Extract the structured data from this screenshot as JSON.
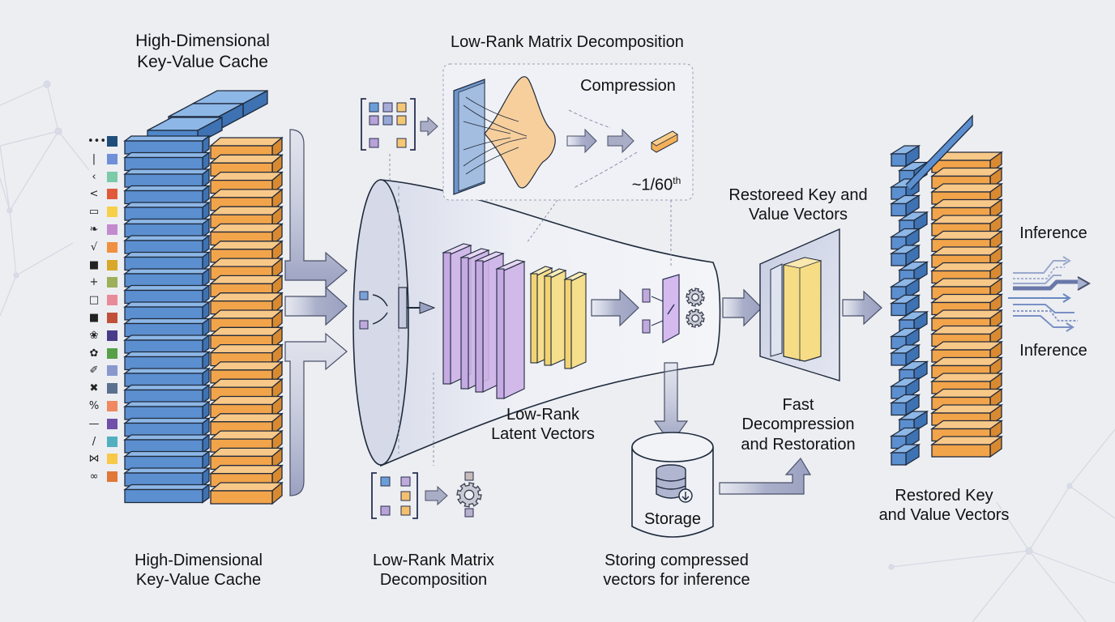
{
  "colors": {
    "background": "#eceef2",
    "blue_block": "#5b8fd0",
    "blue_block_top": "#8db7e6",
    "orange_block": "#f2a44a",
    "orange_block_top": "#f8c888",
    "purple_block": "#d6c0ea",
    "yellow_block": "#f6df8c",
    "arrow_fill": "#a9aec6",
    "outline": "#1f2a3c"
  },
  "labels": {
    "top_left_title": "High-Dimensional\nKey-Value Cache",
    "top_center_title": "Low-Rank Matrix Decomposition",
    "compression": "Compression",
    "ratio_main": "~1/60",
    "ratio_sup": "th",
    "restored_top": "Restoreed Key and\nValue Vectors",
    "inference_top": "Inference",
    "inference_bottom": "Inference",
    "latent_vectors": "Low-Rank\nLatent Vectors",
    "fast_decompression": "Fast\nDecompression\nand Restoration",
    "storage": "Storage",
    "restored_bottom": "Restored Key\nand Value Vectors",
    "bottom_left": "High-Dimensional\nKey-Value Cache",
    "bottom_center": "Low-Rank Matrix\nDecomposition",
    "bottom_right": "Storing compressed\nvectors for inference"
  },
  "legend": [
    {
      "symbol": "•••",
      "color": "#1f4e7a"
    },
    {
      "symbol": "|",
      "color": "#6f8fd8"
    },
    {
      "symbol": "‹",
      "color": "#7ccaa8"
    },
    {
      "symbol": "<",
      "color": "#e05a3a"
    },
    {
      "symbol": "▭",
      "color": "#f7cf48"
    },
    {
      "symbol": "❧",
      "color": "#c48ad0"
    },
    {
      "symbol": "√",
      "color": "#f09040"
    },
    {
      "symbol": "■",
      "color": "#d8a828"
    },
    {
      "symbol": "+",
      "color": "#9cb05a"
    },
    {
      "symbol": "□",
      "color": "#e88a98"
    },
    {
      "symbol": "■",
      "color": "#c0503a"
    },
    {
      "symbol": "❀",
      "color": "#4a3a8a"
    },
    {
      "symbol": "✿",
      "color": "#58a048"
    },
    {
      "symbol": "✐",
      "color": "#8898cc"
    },
    {
      "symbol": "✖",
      "color": "#5a7090"
    },
    {
      "symbol": "%",
      "color": "#f08860"
    },
    {
      "symbol": "—",
      "color": "#7050a8"
    },
    {
      "symbol": "/",
      "color": "#50b0c0"
    },
    {
      "symbol": "⋈",
      "color": "#f8c848"
    },
    {
      "symbol": "∞",
      "color": "#e07838"
    }
  ],
  "matrix_top": {
    "cells": [
      {
        "color": "#6a9ed8"
      },
      {
        "color": "#a8acd8"
      },
      {
        "color": "#f4c872"
      },
      {
        "color": "#b8a2d8"
      },
      {
        "color": "#98a8d4"
      },
      {
        "color": "#f4c872"
      },
      {
        "color": "#b8a2d8"
      },
      {
        "color": null
      },
      {
        "color": "#f4c872"
      }
    ]
  },
  "matrix_bottom": {
    "cells": [
      {
        "color": "#6a9ed8"
      },
      {
        "color": "#c0aadc"
      },
      {
        "color": null
      },
      {
        "color": "#f4c070"
      },
      {
        "color": "#b8a2d8"
      },
      {
        "color": "#f4c070"
      }
    ]
  }
}
